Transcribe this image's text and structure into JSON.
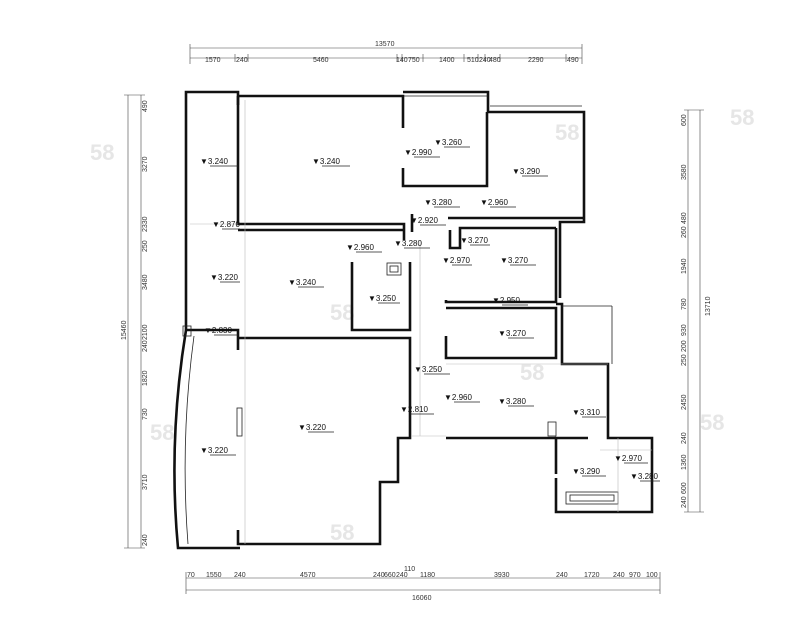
{
  "watermark": "58",
  "dimensions_top": {
    "total": "13570",
    "segments": [
      "1570",
      "240",
      "5460",
      "140",
      "750",
      "1400",
      "510",
      "240",
      "480",
      "2290",
      "490"
    ]
  },
  "dimensions_bottom": {
    "total": "16060",
    "extra": "110",
    "segments": [
      "70",
      "1550",
      "240",
      "4570",
      "240",
      "660",
      "240",
      "1180",
      "3930",
      "240",
      "1720",
      "240",
      "970",
      "100"
    ]
  },
  "dimensions_left": {
    "total": "15460",
    "segments": [
      "490",
      "3270",
      "2330",
      "250",
      "3480",
      "2100",
      "240",
      "1820",
      "730",
      "3710",
      "240"
    ]
  },
  "dimensions_right": {
    "total": "13710",
    "segments": [
      "600",
      "3580",
      "480",
      "260",
      "1940",
      "780",
      "930",
      "200",
      "250",
      "2450",
      "240",
      "1360",
      "600",
      "240"
    ]
  },
  "levels": [
    "3.240",
    "3.240",
    "2.990",
    "3.260",
    "3.290",
    "3.280",
    "2.960",
    "2.870",
    "2.920",
    "2.960",
    "3.280",
    "3.270",
    "2.970",
    "3.270",
    "3.220",
    "3.240",
    "3.250",
    "2.950",
    "2.830",
    "3.270",
    "3.250",
    "2.960",
    "3.280",
    "3.310",
    "2.810",
    "3.220",
    "3.220",
    "2.970",
    "3.290",
    "3.280"
  ]
}
